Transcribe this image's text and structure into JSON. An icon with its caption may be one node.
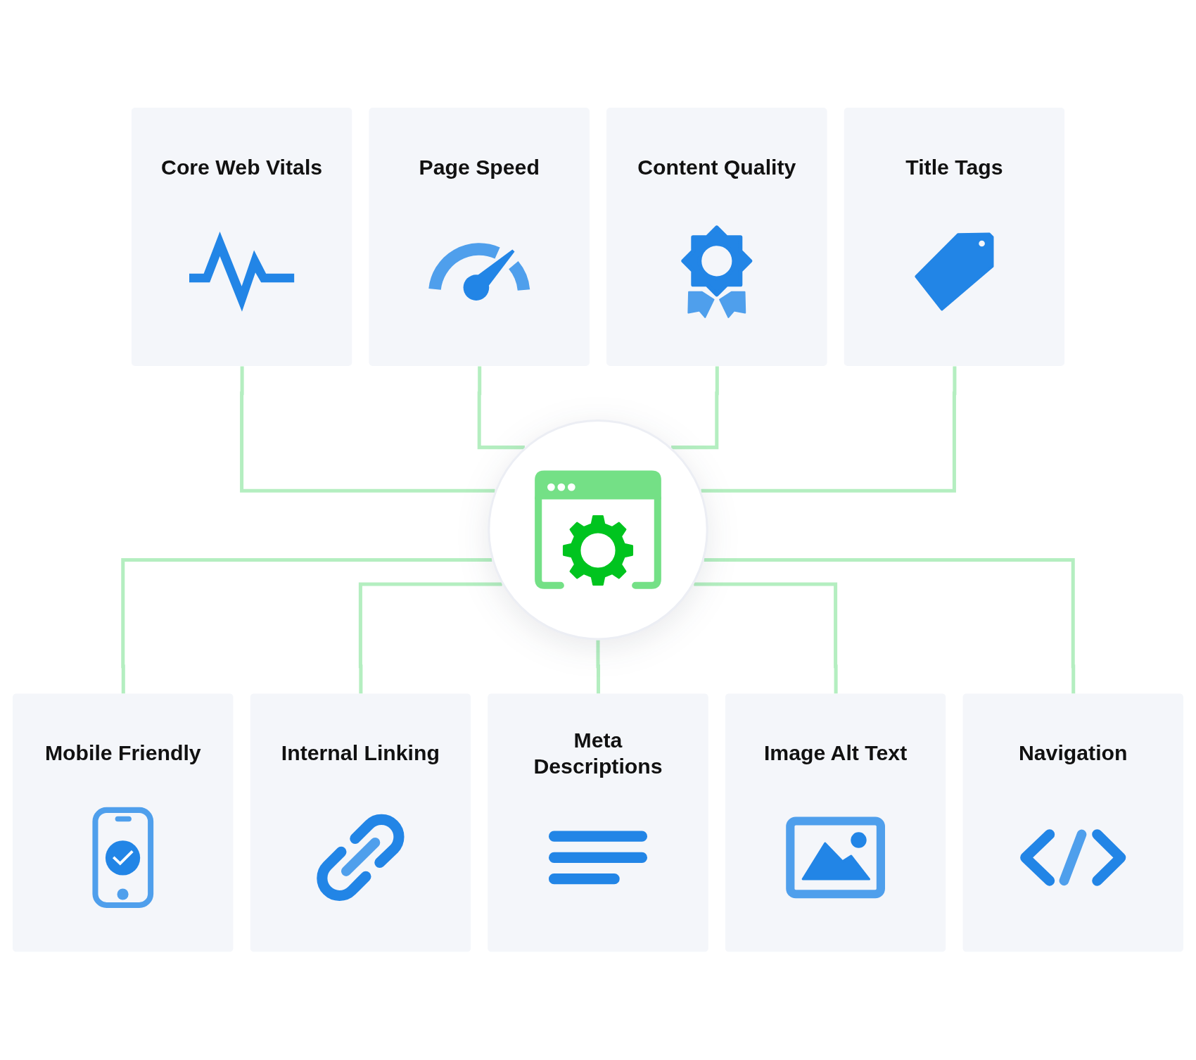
{
  "diagram": {
    "nodes": [
      {
        "text": [
          "Core Web Vitals"
        ]
      },
      {
        "text": [
          "Page Speed"
        ]
      },
      {
        "text": [
          "Content Quality"
        ]
      },
      {
        "text": [
          "Title Tags"
        ]
      },
      {
        "text": [],
        "shape": "circle"
      },
      {
        "text": [
          "Mobile Friendly"
        ]
      },
      {
        "text": [
          "Internal Linking"
        ]
      },
      {
        "text": [
          "Meta Descriptions"
        ]
      },
      {
        "text": [
          "Image Alt Text"
        ]
      },
      {
        "text": [
          "Navigation"
        ]
      }
    ],
    "edges": [
      {
        "from": 0,
        "to": 4,
        "arrow": "none"
      },
      {
        "from": 1,
        "to": 4,
        "arrow": "none"
      },
      {
        "from": 2,
        "to": 4,
        "arrow": "none"
      },
      {
        "from": 3,
        "to": 4,
        "arrow": "none"
      },
      {
        "from": 4,
        "to": 5,
        "arrow": "none"
      },
      {
        "from": 4,
        "to": 6,
        "arrow": "none"
      },
      {
        "from": 4,
        "to": 7,
        "arrow": "none"
      },
      {
        "from": 4,
        "to": 8,
        "arrow": "none"
      },
      {
        "from": 4,
        "to": 9,
        "arrow": "none"
      }
    ]
  }
}
